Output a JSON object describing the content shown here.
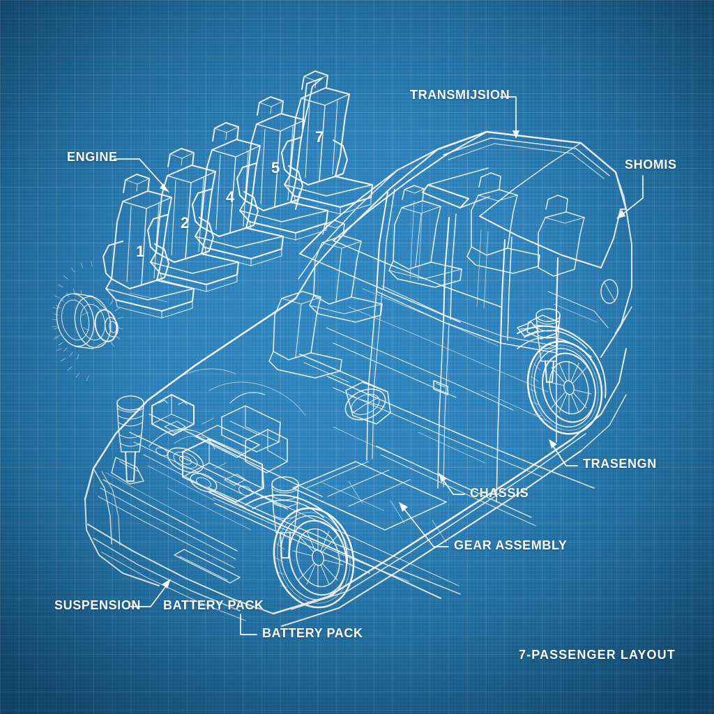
{
  "diagram": {
    "style": "blueprint",
    "subject": "7-passenger minivan exploded cutaway",
    "background_color": "#2178b0",
    "line_color": "#ffffff",
    "grid_minor_color": "rgba(255,255,255,0.055)",
    "grid_major_color": "rgba(255,255,255,0.14)"
  },
  "caption": {
    "text": "7-PASSENGER LAYOUT"
  },
  "callouts": [
    {
      "id": "engine",
      "label": "ENGINE"
    },
    {
      "id": "transmission",
      "label": "TRANSMIJSION"
    },
    {
      "id": "shomis",
      "label": "SHOMIS"
    },
    {
      "id": "trasengn",
      "label": "TRASENGN"
    },
    {
      "id": "chassis",
      "label": "CHASSIS"
    },
    {
      "id": "gear-assembly",
      "label": "GEAR ASSEMBLY"
    },
    {
      "id": "suspension",
      "label": "SUSPENSION"
    },
    {
      "id": "battery-pack-1",
      "label": "BATTERY PACK"
    },
    {
      "id": "battery-pack-2",
      "label": "BATTERY PACK"
    }
  ],
  "seats": [
    {
      "number": "1"
    },
    {
      "number": "2"
    },
    {
      "number": "4"
    },
    {
      "number": "5"
    },
    {
      "number": "7"
    }
  ]
}
